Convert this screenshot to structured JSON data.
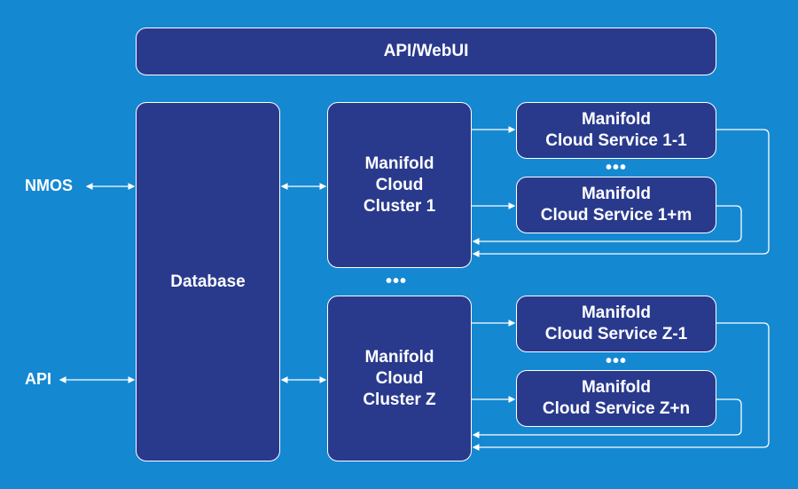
{
  "colors": {
    "background": "#1588d2",
    "box_fill": "#293a8d",
    "line": "#ffffff"
  },
  "header": {
    "label": "API/WebUI"
  },
  "database": {
    "label": "Database"
  },
  "external": {
    "nmos": "NMOS",
    "api": "API"
  },
  "clusters": [
    {
      "label": "Manifold\nCloud\nCluster 1"
    },
    {
      "label": "Manifold\nCloud\nCluster Z"
    }
  ],
  "services": [
    {
      "label": "Manifold\nCloud Service 1-1"
    },
    {
      "label": "Manifold\nCloud Service 1+m"
    },
    {
      "label": "Manifold\nCloud Service Z-1"
    },
    {
      "label": "Manifold\nCloud Service Z+n"
    }
  ],
  "ellipsis": "•••"
}
